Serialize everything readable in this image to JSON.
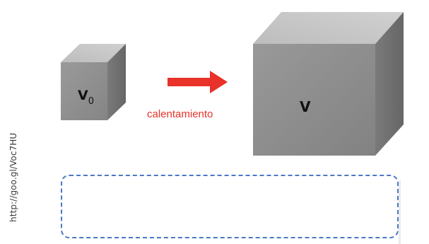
{
  "source_url": "http://goo.gl/Voc7HU",
  "small_cube": {
    "label_main": "V",
    "label_sub": "0"
  },
  "arrow": {
    "caption": "calentamiento",
    "color": "#e8322a"
  },
  "large_cube": {
    "label_main": "V"
  },
  "colors": {
    "cube_front": "#8e8e8e",
    "cube_top": "#c2c2c2",
    "cube_side": "#747474",
    "box_border": "#4a78c8"
  },
  "answer_box": {
    "content": ""
  }
}
